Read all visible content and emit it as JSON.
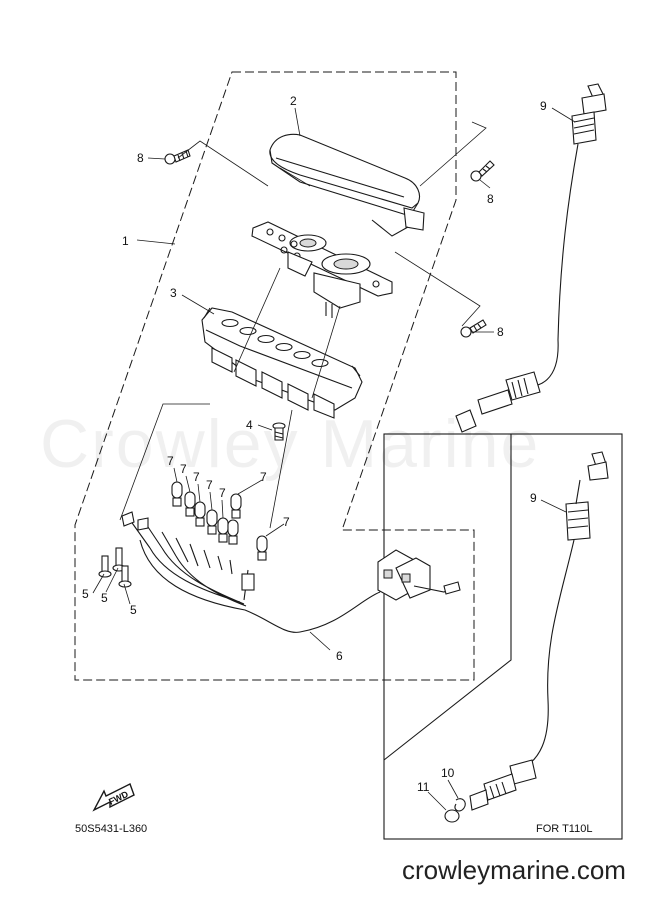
{
  "diagram": {
    "drawing_code": "50S5431-L360",
    "variant_label": "FOR T110L",
    "watermark": "Crowley Marine",
    "site": "crowleymarine.com",
    "fwd_icon": {
      "icon": "fwd-arrow-icon",
      "label": "FWD"
    },
    "callouts": [
      {
        "id": "c1",
        "label": "1"
      },
      {
        "id": "c2",
        "label": "2"
      },
      {
        "id": "c3",
        "label": "3"
      },
      {
        "id": "c4",
        "label": "4"
      },
      {
        "id": "c5a",
        "label": "5"
      },
      {
        "id": "c5b",
        "label": "5"
      },
      {
        "id": "c5c",
        "label": "5"
      },
      {
        "id": "c6",
        "label": "6"
      },
      {
        "id": "c7a",
        "label": "7"
      },
      {
        "id": "c7b",
        "label": "7"
      },
      {
        "id": "c7c",
        "label": "7"
      },
      {
        "id": "c7d",
        "label": "7"
      },
      {
        "id": "c7e",
        "label": "7"
      },
      {
        "id": "c7f",
        "label": "7"
      },
      {
        "id": "c7g",
        "label": "7"
      },
      {
        "id": "c8a",
        "label": "8"
      },
      {
        "id": "c8b",
        "label": "8"
      },
      {
        "id": "c8c",
        "label": "8"
      },
      {
        "id": "c9a",
        "label": "9"
      },
      {
        "id": "c9b",
        "label": "9"
      },
      {
        "id": "c10",
        "label": "10"
      },
      {
        "id": "c11",
        "label": "11"
      }
    ]
  }
}
